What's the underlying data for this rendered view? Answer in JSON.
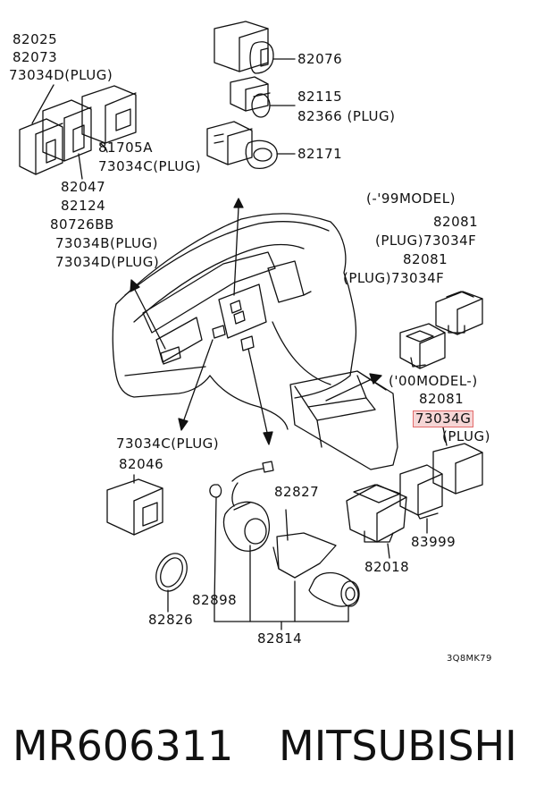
{
  "labels": {
    "l1": "82025",
    "l2": "82073",
    "l3": "73034D(PLUG)",
    "l4": "81705A",
    "l5": "73034C(PLUG)",
    "l6": "82047",
    "l7": "82124",
    "l8": "80726BB",
    "l9": "73034B(PLUG)",
    "l10": "73034D(PLUG)",
    "l11": "82076",
    "l12": "82115",
    "l13": "82366 (PLUG)",
    "l14": "82171",
    "l15": "(-'99MODEL)",
    "l16": "82081",
    "l17": "(PLUG)73034F",
    "l18": "82081",
    "l19": "(PLUG)73034F",
    "l20": "('00MODEL-)",
    "l21": "82081",
    "l22": "73034G",
    "l23": "(PLUG)",
    "l24": "73034C(PLUG)",
    "l25": "82046",
    "l26": "82827",
    "l27": "83999",
    "l28": "82018",
    "l29": "82898",
    "l30": "82826",
    "l31": "82814",
    "l32": "3Q8MK79"
  },
  "footer": {
    "part_number": "MR606311",
    "brand": "MITSUBISHI"
  },
  "colors": {
    "highlight_border": "#e36b6b",
    "highlight_fill": "#f6d6d6",
    "line": "#111111"
  }
}
